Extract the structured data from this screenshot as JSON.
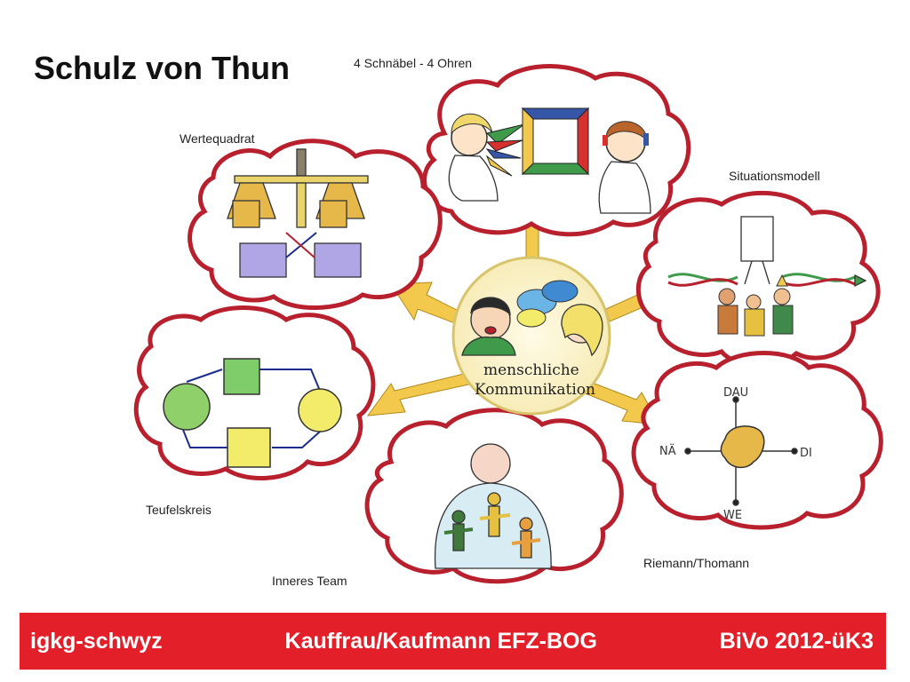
{
  "title": "Schulz von Thun",
  "labels": {
    "schnaebel": "4 Schnäbel - 4 Ohren",
    "wertequadrat": "Wertequadrat",
    "situationsmodell": "Situationsmodell",
    "teufelskreis": "Teufelskreis",
    "inneres_team": "Inneres Team",
    "riemann": "Riemann/Thomann"
  },
  "center": {
    "line1": "menschliche",
    "line2": "Kommunikation"
  },
  "riemann_axes": {
    "top": "DAU",
    "left": "NÄ",
    "right": "DI",
    "bottom": "WE"
  },
  "footer": {
    "left": "igkg-schwyz",
    "middle": "Kauffrau/Kaufmann EFZ-BOG",
    "right": "BiVo 2012-üK3"
  },
  "colors": {
    "cloud_outline": "#b8202e",
    "arrow": "#f2c94c",
    "footer_bg": "#e3202a"
  }
}
